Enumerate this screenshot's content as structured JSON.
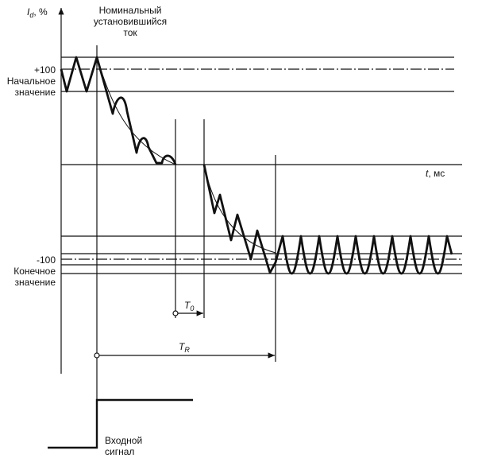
{
  "axes": {
    "y_label": "I",
    "y_label_sub": "d",
    "y_label_unit": ", %",
    "x_label": "t",
    "x_label_unit": ", мс"
  },
  "labels": {
    "nominal_line1": "Номинальный",
    "nominal_line2": "установившийся",
    "nominal_line3": "ток",
    "plus100": "+100",
    "initial_line1": "Начальное",
    "initial_line2": "значение",
    "minus100": "-100",
    "final_line1": "Конечное",
    "final_line2": "значение",
    "t0": "T",
    "t0_sub": "0",
    "tr": "T",
    "tr_sub": "R",
    "input_line1": "Входной",
    "input_line2": "сигнал"
  }
}
